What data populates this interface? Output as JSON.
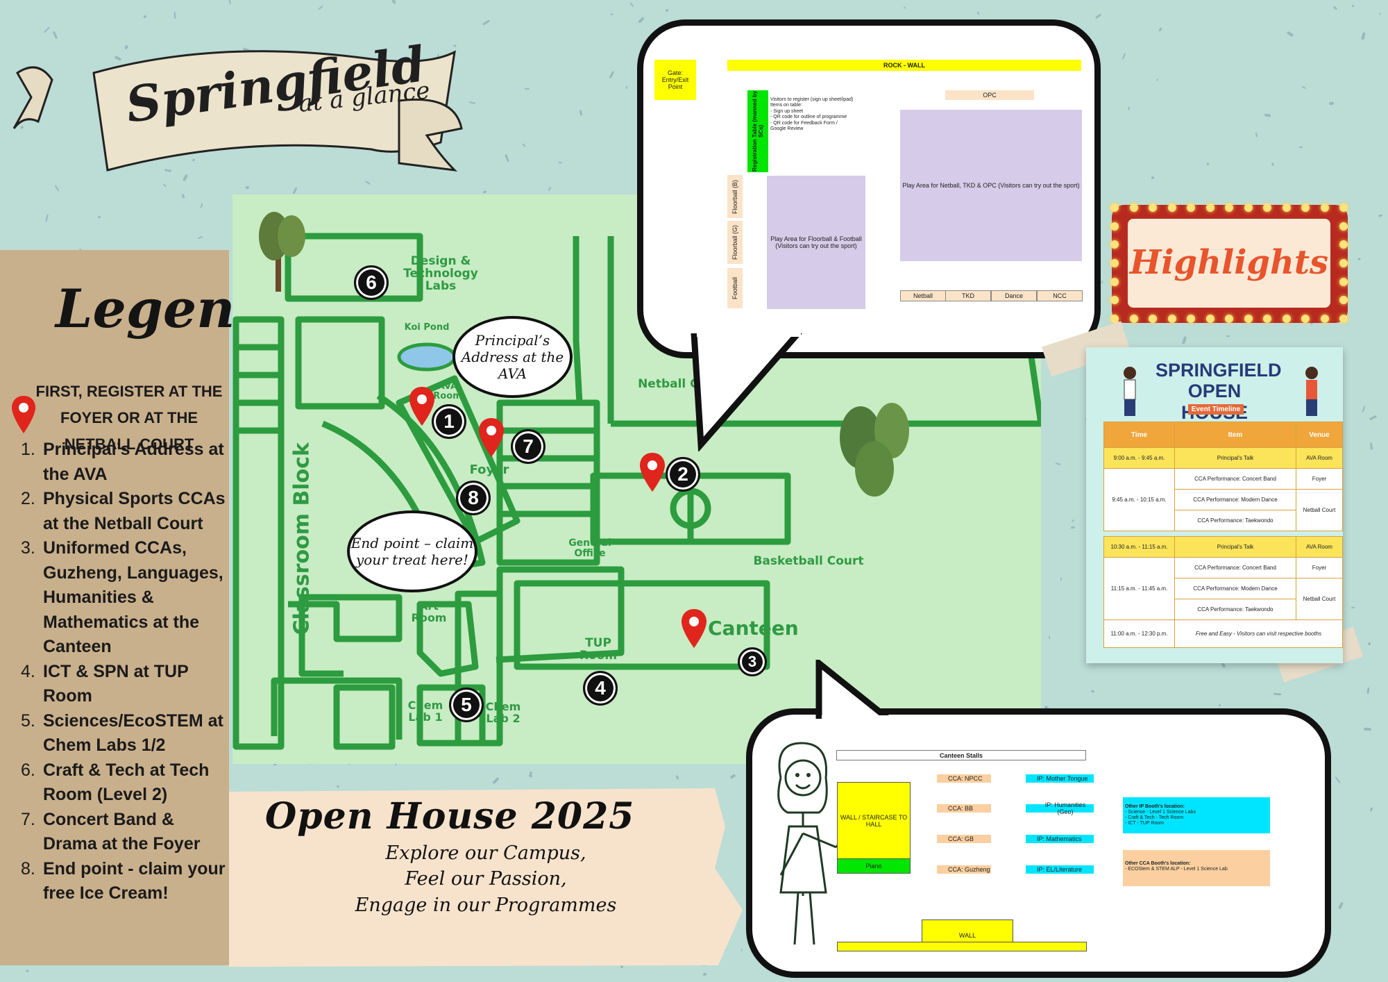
{
  "banner": {
    "title": "Springfield",
    "subtitle": "at a glance"
  },
  "legend": {
    "title": "Legend",
    "first_register": "FIRST, REGISTER  AT THE FOYER OR AT THE NETBALL COURT",
    "items": [
      {
        "num": "1.",
        "text": "Principal’s Address at the AVA"
      },
      {
        "num": "2.",
        "text": "Physical Sports CCAs at the Netball Court"
      },
      {
        "num": "3.",
        "text": "Uniformed CCAs, Guzheng, Languages, Humanities & Mathematics at the Canteen"
      },
      {
        "num": "4.",
        "text": "ICT & SPN at TUP Room"
      },
      {
        "num": "5.",
        "text": "Sciences/EcoSTEM at Chem Labs 1/2"
      },
      {
        "num": "6.",
        "text": "Craft & Tech at Tech Room (Level 2)"
      },
      {
        "num": "7.",
        "text": " Concert Band & Drama at the Foyer"
      },
      {
        "num": "8.",
        "text": "End point - claim your free Ice Cream!"
      }
    ]
  },
  "map": {
    "labels": {
      "design_tech": "Design & Technology Labs",
      "koi_pond": "Koi Pond",
      "ava_room": "AVA Room",
      "foyer": "Foyer",
      "general_office": "General Office",
      "classroom_block": "Classroom Block",
      "art_room": "Art Room",
      "chem_lab1": "Chem Lab 1",
      "chem_lab2": "Chem Lab 2",
      "tup_room": "TUP Room",
      "canteen": "Canteen",
      "netball_court": "Netball Court",
      "basketball_court": "Basketball Court"
    },
    "badges": [
      "1",
      "2",
      "3",
      "4",
      "5",
      "6",
      "7",
      "8"
    ],
    "bubbles": {
      "principal": "Principal’s Address at the AVA",
      "end_point": "End point – claim your treat here!"
    }
  },
  "open_house": {
    "title": "Open House 2025",
    "lines": [
      "Explore our Campus,",
      "Feel our Passion,",
      "Engage in our Programmes"
    ]
  },
  "rockwall_sheet": {
    "header": "ROCK - WALL",
    "gate": "Gate: Entry/Exit Point",
    "opc": "OPC",
    "registration": "Registration Table (manned by SCs)",
    "reg_notes": "Visitors to register (sign up sheet/ipad)\nItems on table:\n- Sign up sheet\n- QR code for outline of programme\n- QR code for Feedback Form / Google Review",
    "floorball_b": "Floorball (B)",
    "floorball_g": "Floorball (G)",
    "football": "Football",
    "play_floorball": "Play Area for Floorball & Football (Visitors can try out the sport)",
    "play_netball": "Play Area for Netball, TKD & OPC (Visitors can try out the sport)",
    "bottom": [
      "Netball",
      "TKD",
      "Dance",
      "NCC"
    ]
  },
  "canteen_sheet": {
    "header": "Canteen Stalls",
    "wall_staircase": "WALL / STAIRCASE TO HALL",
    "piano": "Piano",
    "cca": [
      "CCA: NPCC",
      "CCA: BB",
      "CCA: GB",
      "CCA: Guzheng"
    ],
    "ip": [
      "IP: Mother Tongue",
      "IP: Humanities (Geo)",
      "IP: Mathematics",
      "IP: EL/Literature"
    ],
    "other_ip_title": "Other IP Booth's location:",
    "other_ip": [
      "- Science - Level 1 Science Labs",
      "- Craft & Tech - Tech Room",
      "- ICT - TUP Room"
    ],
    "other_cca_title": "Other CCA Booth's location:",
    "other_cca": [
      "- ECOStem & STEM ALP - Level 1 Science Lab"
    ],
    "wall": "WALL"
  },
  "highlights": {
    "title": "Highlights"
  },
  "poster": {
    "title1": "SPRINGFIELD",
    "title2": "OPEN HOUSE",
    "ribbon": "Event Timeline",
    "headers": [
      "Time",
      "Item",
      "Venue"
    ],
    "rows": [
      {
        "time": "9:00 a.m. - 9:45 a.m.",
        "item": "Principal's Talk",
        "venue": "AVA Room"
      },
      {
        "time": "9:45 a.m. - 10:15 a.m.",
        "item": "CCA Performance: Concert Band",
        "venue": "Foyer"
      },
      {
        "time": "",
        "item": "CCA Performance: Modern Dance",
        "venue": "Netball Court"
      },
      {
        "time": "",
        "item": "CCA Performance: Taekwondo",
        "venue": ""
      },
      {
        "time": "10:30 a.m. - 11:15 a.m.",
        "item": "Principal's Talk",
        "venue": "AVA Room"
      },
      {
        "time": "11:15 a.m. - 11:45 a.m.",
        "item": "CCA Performance: Concert Band",
        "venue": "Foyer"
      },
      {
        "time": "",
        "item": "CCA Performance: Modern Dance",
        "venue": "Netball Court"
      },
      {
        "time": "",
        "item": "CCA Performance: Taekwondo",
        "venue": ""
      },
      {
        "time": "11:00 a.m. - 12:30 p.m.",
        "item": "Free and Easy - Visitors can visit respective booths",
        "venue": ""
      }
    ]
  },
  "colors": {
    "background": "#bcdcd6",
    "map_fill": "#c8ecc4",
    "map_line": "#2c9c3f",
    "pin": "#e0251c"
  }
}
